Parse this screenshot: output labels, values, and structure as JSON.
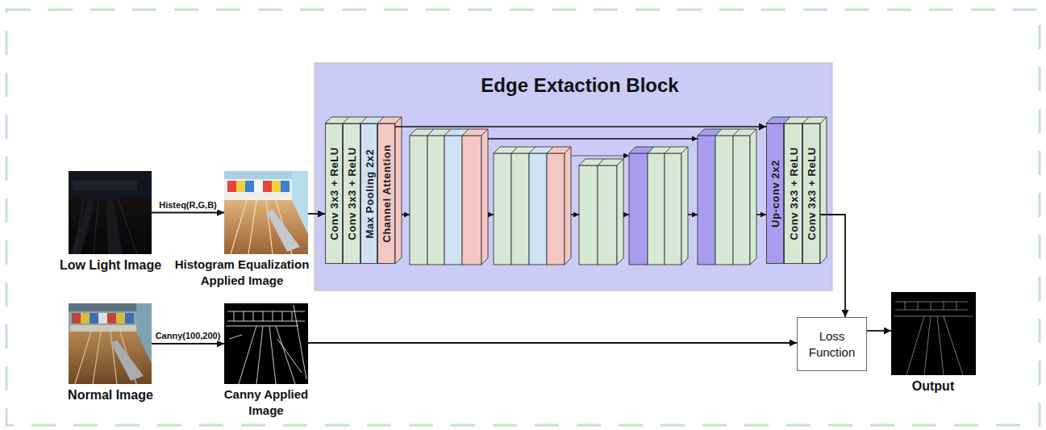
{
  "diagram": {
    "nodes": [
      {
        "text": [
          "Low Light Image"
        ]
      },
      {
        "text": [
          "Histogram Equalization Applied Image"
        ]
      },
      {
        "text": [
          "Edge Extaction Block"
        ]
      },
      {
        "text": [
          "Conv 3x3 + ReLU"
        ],
        "in": 2
      },
      {
        "text": [
          "Conv 3x3 + ReLU"
        ],
        "in": 2
      },
      {
        "text": [
          "Max Pooling 2x2"
        ],
        "in": 2
      },
      {
        "text": [
          "Channel Attention"
        ],
        "in": 2
      },
      {
        "text": [
          "Up-conv 2x2"
        ],
        "in": 2
      },
      {
        "text": [
          "Conv 3x3 + ReLU"
        ],
        "in": 2
      },
      {
        "text": [
          "Conv 3x3 + ReLU"
        ],
        "in": 2
      },
      {
        "text": [
          "Normal Image"
        ]
      },
      {
        "text": [
          "Canny Applied Image"
        ]
      },
      {
        "text": [
          "Loss Function"
        ]
      },
      {
        "text": [
          "Output"
        ]
      }
    ],
    "edges": [
      {
        "from": 0,
        "to": 1,
        "label": "Histeq(R,G,B)",
        "arrow": "to"
      },
      {
        "from": 1,
        "to": 3,
        "arrow": "to"
      },
      {
        "from": 6,
        "to": 7,
        "arrow": "to"
      },
      {
        "from": 9,
        "to": 12,
        "arrow": "to"
      },
      {
        "from": 10,
        "to": 11,
        "label": "Canny(100,200)",
        "arrow": "to"
      },
      {
        "from": 11,
        "to": 12,
        "arrow": "to"
      },
      {
        "from": 12,
        "to": 13,
        "arrow": "to"
      }
    ]
  }
}
